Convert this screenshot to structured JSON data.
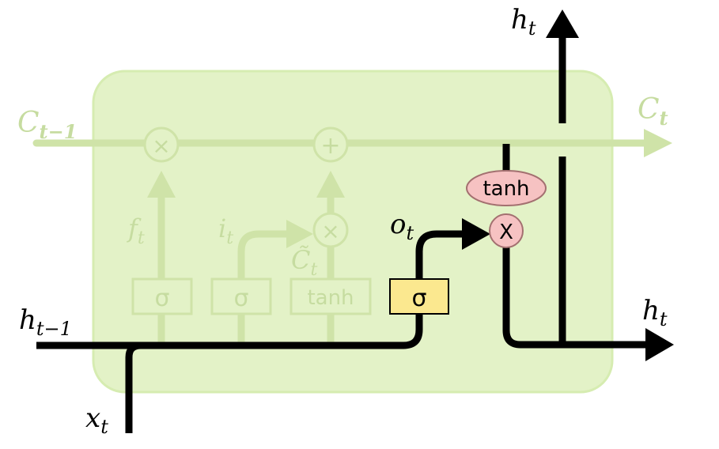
{
  "labels": {
    "c_prev": "C",
    "c_prev_sub": "t−1",
    "c_next": "C",
    "c_next_sub": "t",
    "h_prev": "h",
    "h_prev_sub": "t−1",
    "h_out_right": "h",
    "h_out_right_sub": "t",
    "h_out_top": "h",
    "h_out_top_sub": "t",
    "x_in": "x",
    "x_in_sub": "t",
    "f_gate": "f",
    "f_gate_sub": "t",
    "i_gate": "i",
    "i_gate_sub": "t",
    "c_tilde": "C̃",
    "c_tilde_sub": "t",
    "o_gate": "o",
    "o_gate_sub": "t"
  },
  "ops": {
    "forget_multiply": "×",
    "cell_add": "+",
    "input_multiply": "×",
    "output_multiply": "X"
  },
  "layers": {
    "forget_sigma": "σ",
    "input_sigma": "σ",
    "candidate_tanh": "tanh",
    "output_sigma": "σ",
    "cell_tanh": "tanh"
  },
  "colors": {
    "cell_fill": "#e3f2c7",
    "cell_stroke": "#d6ecb1",
    "faded": "#cfe3a8",
    "faded_text": "#c6dca0",
    "active_line": "#000000",
    "sigma_box": "#fbe88f",
    "tanh_fill": "#f6c2c2",
    "tanh_stroke": "#a37070"
  }
}
